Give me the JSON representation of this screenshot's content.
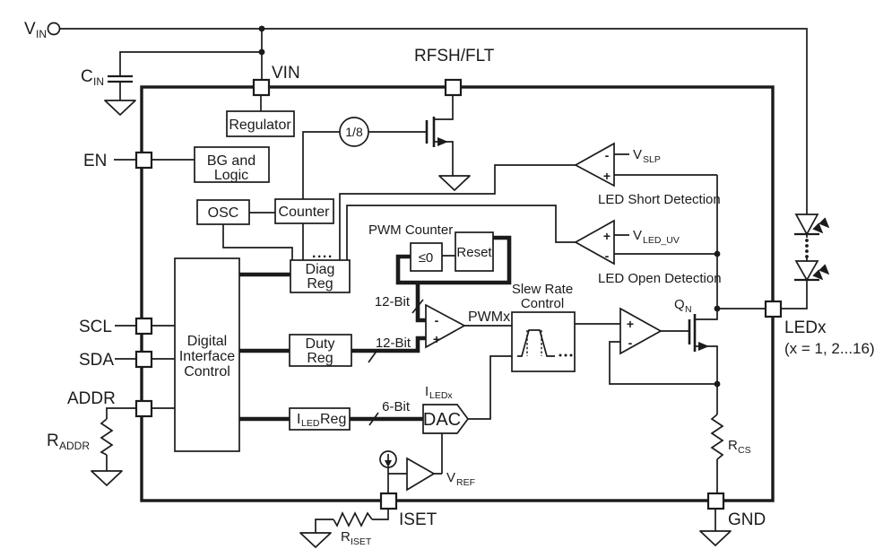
{
  "pins": {
    "vin": "VIN",
    "rfsh_flt": "RFSH/FLT",
    "en": "EN",
    "scl": "SCL",
    "sda": "SDA",
    "addr": "ADDR",
    "iset": "ISET",
    "gnd": "GND",
    "ledx": "LEDx",
    "ledx_range": "(x = 1, 2...16)"
  },
  "external": {
    "vin": {
      "base": "V",
      "sub": "IN"
    },
    "cin": {
      "base": "C",
      "sub": "IN"
    },
    "raddr": {
      "base": "R",
      "sub": "ADDR"
    },
    "riset": {
      "base": "R",
      "sub": "ISET"
    }
  },
  "blocks": {
    "regulator": "Regulator",
    "bg_logic": {
      "line1": "BG and",
      "line2": "Logic"
    },
    "osc": "OSC",
    "counter": "Counter",
    "divider": "1/8",
    "diag_reg": {
      "line1": "Diag",
      "line2": "Reg"
    },
    "dic": {
      "line1": "Digital",
      "line2": "Interface",
      "line3": "Control"
    },
    "duty_reg": {
      "line1": "Duty",
      "line2": "Reg"
    },
    "iled_reg": {
      "base": "I",
      "sub": "LED",
      "rest": "Reg"
    },
    "dac": "DAC",
    "pwm_counter": {
      "title": "PWM Counter",
      "le_zero": "≤0",
      "reset": "Reset"
    },
    "slew": {
      "line1": "Slew Rate",
      "line2": "Control"
    }
  },
  "signals": {
    "vslp": {
      "base": "V",
      "sub": "SLP"
    },
    "vled_uv": {
      "base": "V",
      "sub": "LED_UV"
    },
    "vref": {
      "base": "V",
      "sub": "REF"
    },
    "qn": {
      "base": "Q",
      "sub": "N"
    },
    "iledx": {
      "base": "I",
      "sub": "LEDx"
    },
    "rcs": {
      "base": "R",
      "sub": "CS"
    },
    "pwmx": "PWMx",
    "bus12_counter": "12-Bit",
    "bus12_duty": "12-Bit",
    "bus6": "6-Bit",
    "led_short": "LED Short Detection",
    "led_open": "LED Open Detection",
    "ellipsis": "....",
    "plus": "+",
    "minus": "-"
  }
}
